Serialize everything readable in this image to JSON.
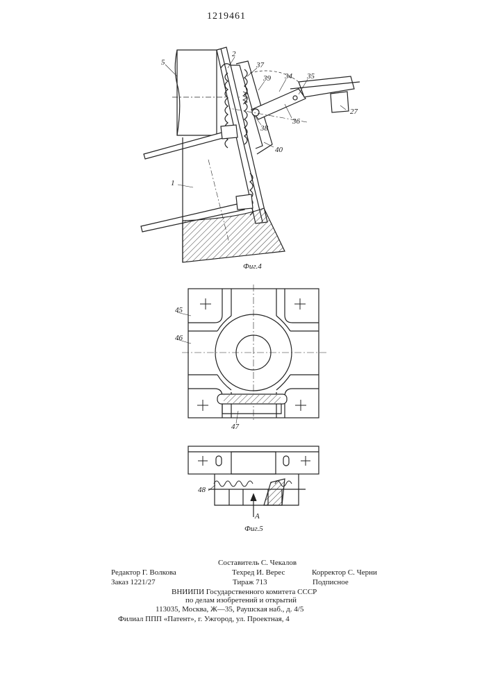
{
  "patent_number": "1219461",
  "figure4": {
    "caption": "Фиг.4",
    "labels": {
      "l5": "5",
      "l2": "2",
      "l37": "37",
      "l39": "39",
      "l34": "34",
      "l35": "35",
      "l27": "27",
      "l36": "36",
      "l38": "38",
      "l40": "40",
      "l1": "1"
    }
  },
  "figure5": {
    "caption": "Фиг.5",
    "labels": {
      "l45": "45",
      "l46": "46",
      "l47": "47",
      "l48": "48",
      "lA": "A"
    }
  },
  "imprint": {
    "compiler": "Составитель С. Чекалов",
    "editor": "Редактор Г. Волкова",
    "techred": "Техред И. Верес",
    "corrector": "Корректор С. Черни",
    "order": "Заказ 1221/27",
    "print_run": "Тираж 713",
    "subscription": "Подписное",
    "org_line1": "ВНИИПИ   Государственного   комитета   СССР",
    "org_line2": "по   делам   изобретений   и   открытий",
    "address": "113035,  Москва,  Ж—35,  Раушская  наб.,  д.  4/5",
    "branch": "Филиал  ППП  «Патент»,  г.  Ужгород,  ул.  Проектная,  4"
  }
}
